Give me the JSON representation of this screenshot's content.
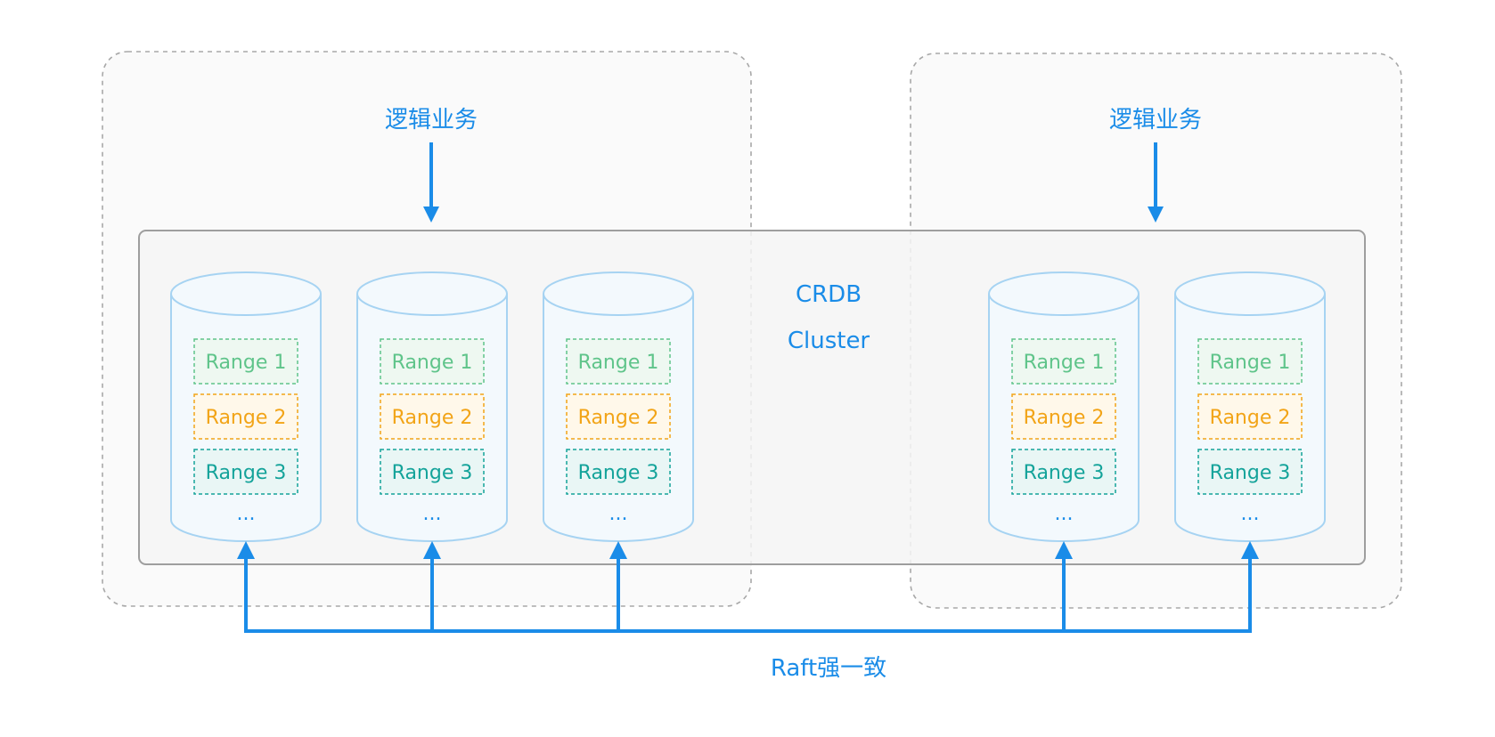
{
  "zones": [
    {
      "title": "逻辑业务"
    },
    {
      "title": "逻辑业务"
    }
  ],
  "cluster": {
    "line1": "CRDB",
    "line2": "Cluster"
  },
  "nodes": [
    {
      "ranges": [
        "Range 1",
        "Range 2",
        "Range 3"
      ],
      "ellipsis": "..."
    },
    {
      "ranges": [
        "Range 1",
        "Range 2",
        "Range 3"
      ],
      "ellipsis": "..."
    },
    {
      "ranges": [
        "Range 1",
        "Range 2",
        "Range 3"
      ],
      "ellipsis": "..."
    },
    {
      "ranges": [
        "Range 1",
        "Range 2",
        "Range 3"
      ],
      "ellipsis": "..."
    },
    {
      "ranges": [
        "Range 1",
        "Range 2",
        "Range 3"
      ],
      "ellipsis": "..."
    }
  ],
  "raft_label": "Raft强一致",
  "colors": {
    "accent": "#1a8ce8",
    "range1": "#5fc48a",
    "range2": "#f2a417",
    "range3": "#14a39a",
    "cylinder_stroke": "#a6d3f2",
    "cylinder_fill": "#f3f9fd",
    "zone_border": "#a8a8a8",
    "cluster_border": "#9e9e9e"
  }
}
